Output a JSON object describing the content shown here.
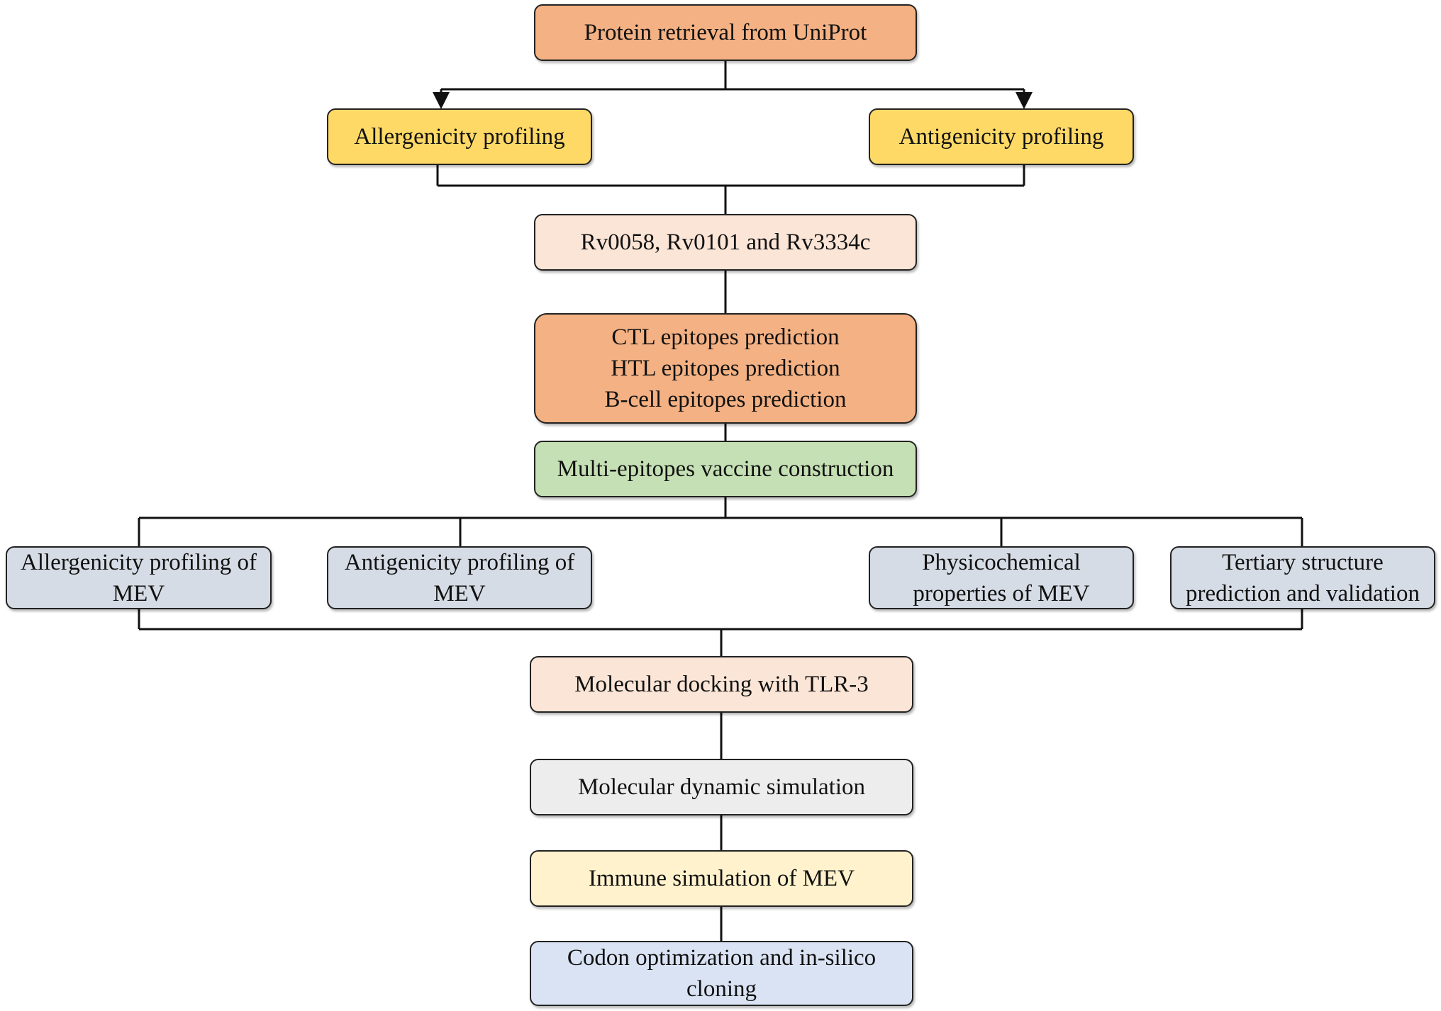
{
  "nodes": {
    "protein_retrieval": {
      "lines": [
        "Protein retrieval from UniProt"
      ]
    },
    "allergenicity_profiling": {
      "lines": [
        "Allergenicity profiling"
      ]
    },
    "antigenicity_profiling": {
      "lines": [
        "Antigenicity profiling"
      ]
    },
    "selected_proteins": {
      "lines": [
        "Rv0058, Rv0101 and Rv3334c"
      ]
    },
    "epitope_prediction": {
      "lines": [
        "CTL epitopes prediction",
        "HTL epitopes prediction",
        "B-cell epitopes prediction"
      ]
    },
    "vaccine_construction": {
      "lines": [
        "Multi-epitopes vaccine construction"
      ]
    },
    "mev_allergenicity": {
      "lines": [
        "Allergenicity profiling of",
        "MEV"
      ]
    },
    "mev_antigenicity": {
      "lines": [
        "Antigenicity profiling of",
        "MEV"
      ]
    },
    "mev_physicochemical": {
      "lines": [
        "Physicochemical",
        "properties of MEV"
      ]
    },
    "mev_tertiary": {
      "lines": [
        "Tertiary structure",
        "prediction and validation"
      ]
    },
    "molecular_docking": {
      "lines": [
        "Molecular docking with TLR-3"
      ]
    },
    "molecular_dynamics": {
      "lines": [
        "Molecular dynamic simulation"
      ]
    },
    "immune_simulation": {
      "lines": [
        "Immune simulation of MEV"
      ]
    },
    "codon_optimization": {
      "lines": [
        "Codon optimization and in-silico",
        "cloning"
      ]
    }
  },
  "colors": {
    "orange": "#f4b183",
    "yellow": "#ffd966",
    "peach": "#fbe5d6",
    "green": "#c5e0b4",
    "grey_blue": "#d6dce5",
    "light_grey": "#ededed",
    "cream": "#fff2cc",
    "light_blue": "#dae3f3",
    "line": "#111111"
  }
}
